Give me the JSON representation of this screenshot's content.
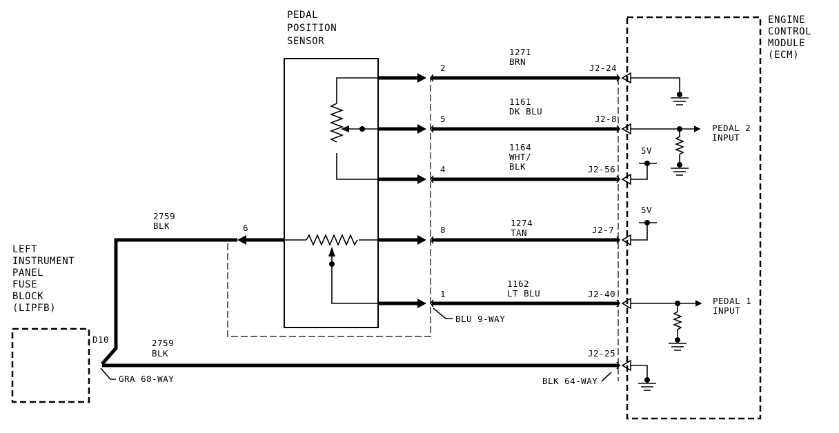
{
  "pps": {
    "title": [
      "PEDAL",
      "POSITION",
      "SENSOR"
    ]
  },
  "ecm": {
    "title": [
      "ENGINE",
      "CONTROL",
      "MODULE",
      "(ECM)"
    ]
  },
  "lipfb": {
    "title": [
      "LEFT",
      "INSTRUMENT",
      "PANEL",
      "FUSE",
      "BLOCK",
      "(LIPFB)"
    ],
    "terminal": "D10",
    "connector": "GRA 68-WAY"
  },
  "connectors": {
    "pps": "BLU 9-WAY",
    "ecm": "BLK 64-WAY"
  },
  "circuits": [
    {
      "pin": "2",
      "wire": [
        "1271",
        "BRN"
      ],
      "ecm_pin": "J2-24"
    },
    {
      "pin": "5",
      "wire": [
        "1161",
        "DK BLU"
      ],
      "ecm_pin": "J2-8"
    },
    {
      "pin": "4",
      "wire": [
        "1164",
        "WHT/",
        "BLK"
      ],
      "ecm_pin": "J2-56"
    },
    {
      "pin": "8",
      "wire": [
        "1274",
        "TAN"
      ],
      "ecm_pin": "J2-7"
    },
    {
      "pin": "1",
      "wire": [
        "1162",
        "LT BLU"
      ],
      "ecm_pin": "J2-40"
    }
  ],
  "sensor_feed": {
    "pin": "6",
    "wire": [
      "2759",
      "BLK"
    ]
  },
  "ground_circuit": {
    "wire": [
      "2759",
      "BLK"
    ],
    "ecm_pin": "J2-25"
  },
  "inputs": {
    "pedal2": [
      "PEDAL 2",
      "INPUT"
    ],
    "pedal1": [
      "PEDAL 1",
      "INPUT"
    ]
  },
  "reference_voltage": {
    "upper": "5V",
    "lower": "5V"
  }
}
